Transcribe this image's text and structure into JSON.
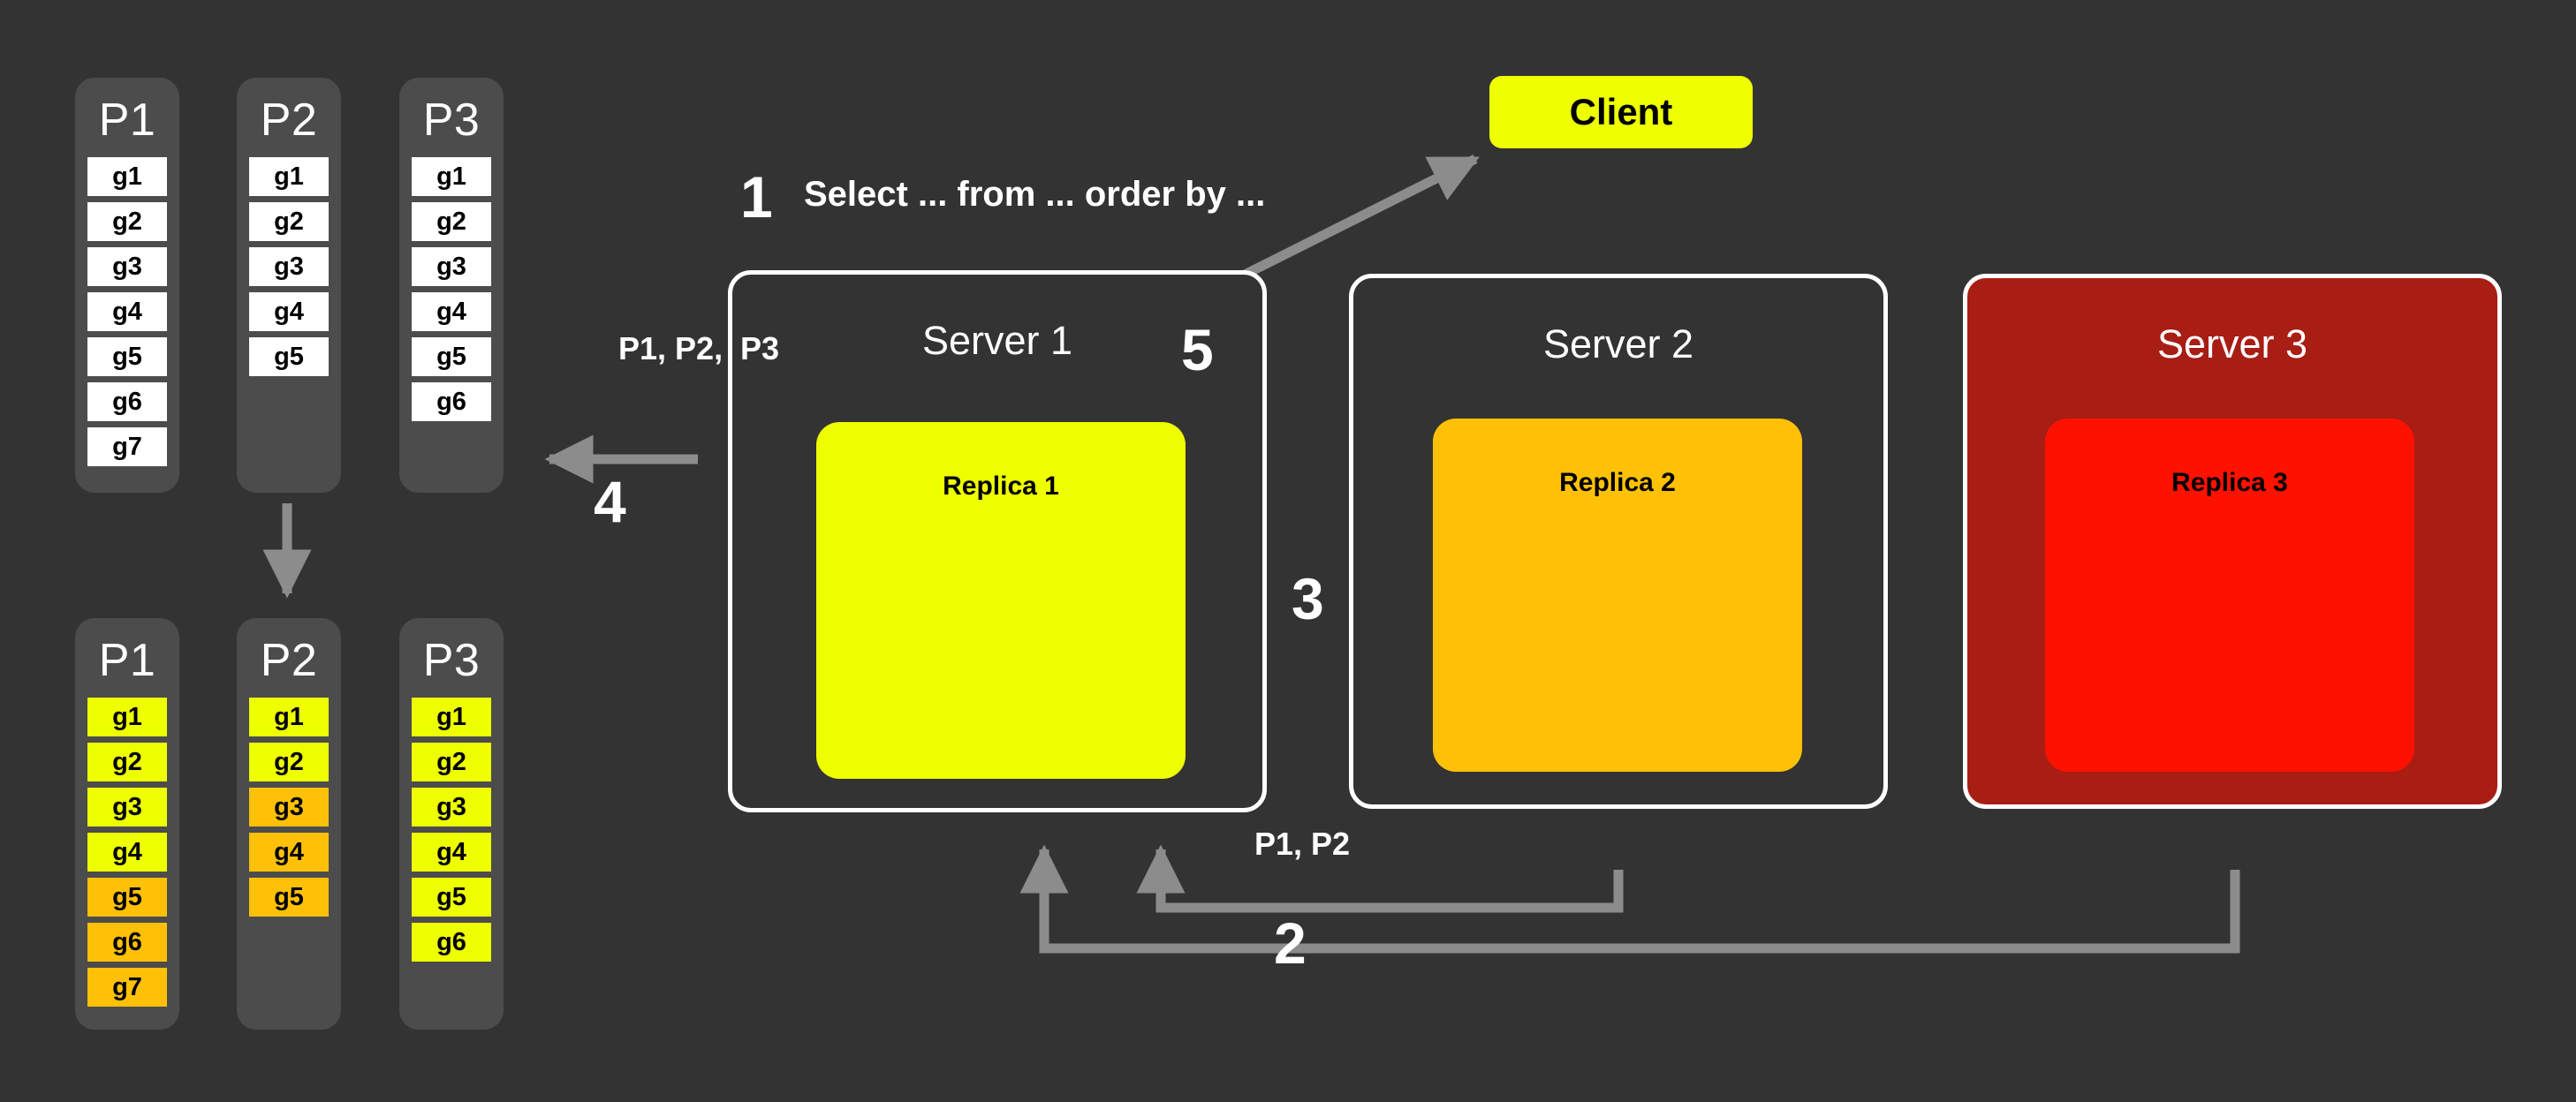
{
  "background_color": "#333333",
  "colors": {
    "column": "#4c4c4c",
    "cell_white": "#ffffff",
    "cell_yellow": "#eeff00",
    "cell_orange": "#ffc107",
    "replica_1": "#eeff00",
    "replica_2": "#ffc107",
    "replica_3": "#ff1100",
    "server_3_fill": "#a81d14",
    "arrow": "#8c8c8c",
    "text": "#ffffff"
  },
  "partitions_before": [
    {
      "title": "P1",
      "cells": [
        {
          "label": "g1",
          "color": "white"
        },
        {
          "label": "g2",
          "color": "white"
        },
        {
          "label": "g3",
          "color": "white"
        },
        {
          "label": "g4",
          "color": "white"
        },
        {
          "label": "g5",
          "color": "white"
        },
        {
          "label": "g6",
          "color": "white"
        },
        {
          "label": "g7",
          "color": "white"
        }
      ]
    },
    {
      "title": "P2",
      "cells": [
        {
          "label": "g1",
          "color": "white"
        },
        {
          "label": "g2",
          "color": "white"
        },
        {
          "label": "g3",
          "color": "white"
        },
        {
          "label": "g4",
          "color": "white"
        },
        {
          "label": "g5",
          "color": "white"
        }
      ]
    },
    {
      "title": "P3",
      "cells": [
        {
          "label": "g1",
          "color": "white"
        },
        {
          "label": "g2",
          "color": "white"
        },
        {
          "label": "g3",
          "color": "white"
        },
        {
          "label": "g4",
          "color": "white"
        },
        {
          "label": "g5",
          "color": "white"
        },
        {
          "label": "g6",
          "color": "white"
        }
      ]
    }
  ],
  "partitions_after": [
    {
      "title": "P1",
      "cells": [
        {
          "label": "g1",
          "color": "yellow"
        },
        {
          "label": "g2",
          "color": "yellow"
        },
        {
          "label": "g3",
          "color": "yellow"
        },
        {
          "label": "g4",
          "color": "yellow"
        },
        {
          "label": "g5",
          "color": "orange"
        },
        {
          "label": "g6",
          "color": "orange"
        },
        {
          "label": "g7",
          "color": "orange"
        }
      ]
    },
    {
      "title": "P2",
      "cells": [
        {
          "label": "g1",
          "color": "yellow"
        },
        {
          "label": "g2",
          "color": "yellow"
        },
        {
          "label": "g3",
          "color": "orange"
        },
        {
          "label": "g4",
          "color": "orange"
        },
        {
          "label": "g5",
          "color": "orange"
        }
      ]
    },
    {
      "title": "P3",
      "cells": [
        {
          "label": "g1",
          "color": "yellow"
        },
        {
          "label": "g2",
          "color": "yellow"
        },
        {
          "label": "g3",
          "color": "yellow"
        },
        {
          "label": "g4",
          "color": "yellow"
        },
        {
          "label": "g5",
          "color": "yellow"
        },
        {
          "label": "g6",
          "color": "yellow"
        }
      ]
    }
  ],
  "client": {
    "label": "Client"
  },
  "servers": [
    {
      "title": "Server 1",
      "replica": "Replica 1"
    },
    {
      "title": "Server 2",
      "replica": "Replica 2"
    },
    {
      "title": "Server 3",
      "replica": "Replica 3"
    }
  ],
  "steps": {
    "one": "1",
    "two": "2",
    "three": "3",
    "four": "4",
    "five": "5"
  },
  "annotations": {
    "query": "Select ... from ... order by ...",
    "p123": "P1, P2,",
    "p3": "P3",
    "p12": "P1, P2"
  }
}
